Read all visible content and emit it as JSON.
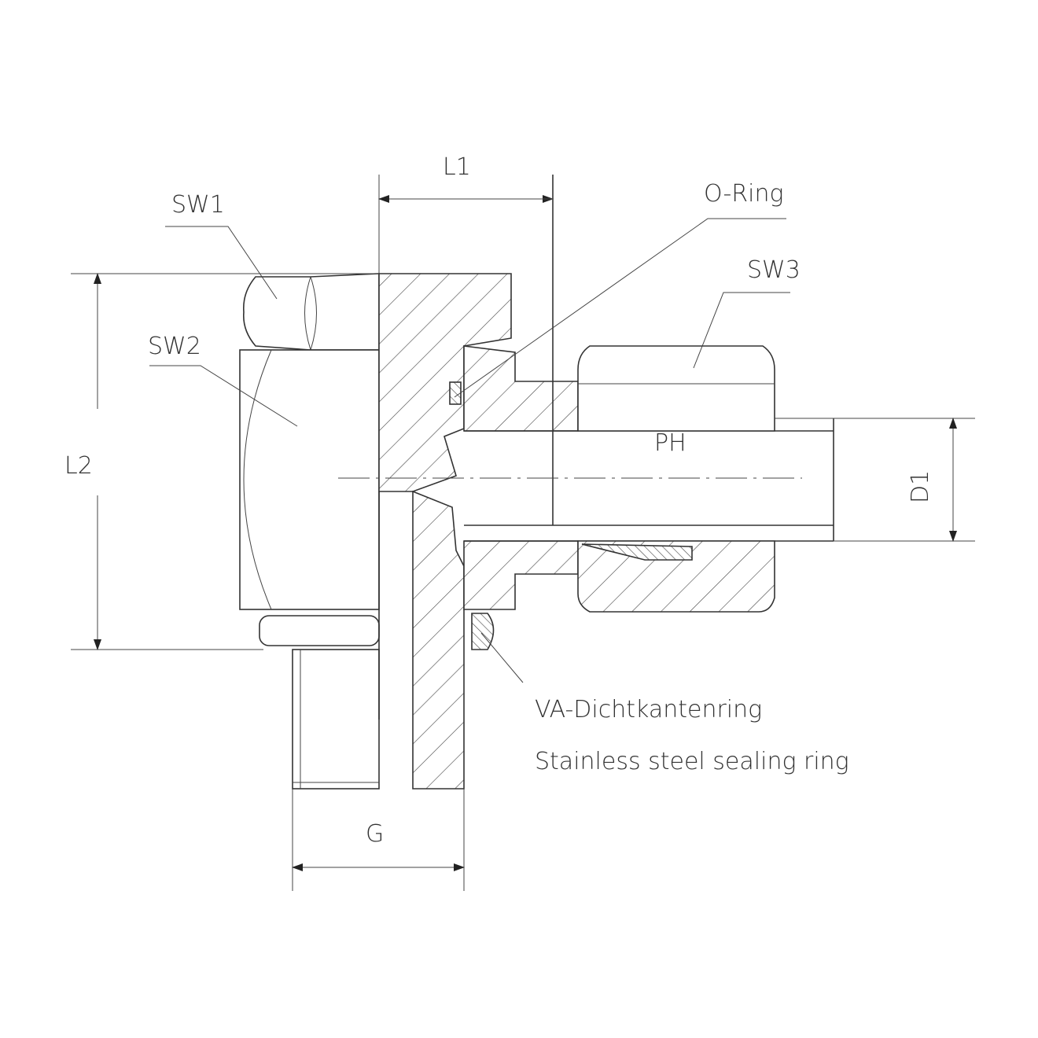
{
  "drawing": {
    "labels": {
      "l1": "L1",
      "l2": "L2",
      "o_ring": "O-Ring",
      "sw1": "SW1",
      "sw2": "SW2",
      "sw3": "SW3",
      "ph": "PH",
      "d1": "D1",
      "g": "G",
      "sealing_ring_de": "VA-Dichtkantenring",
      "sealing_ring_en": "Stainless steel sealing ring"
    },
    "colors": {
      "line": "#333333",
      "background": "#ffffff"
    }
  }
}
